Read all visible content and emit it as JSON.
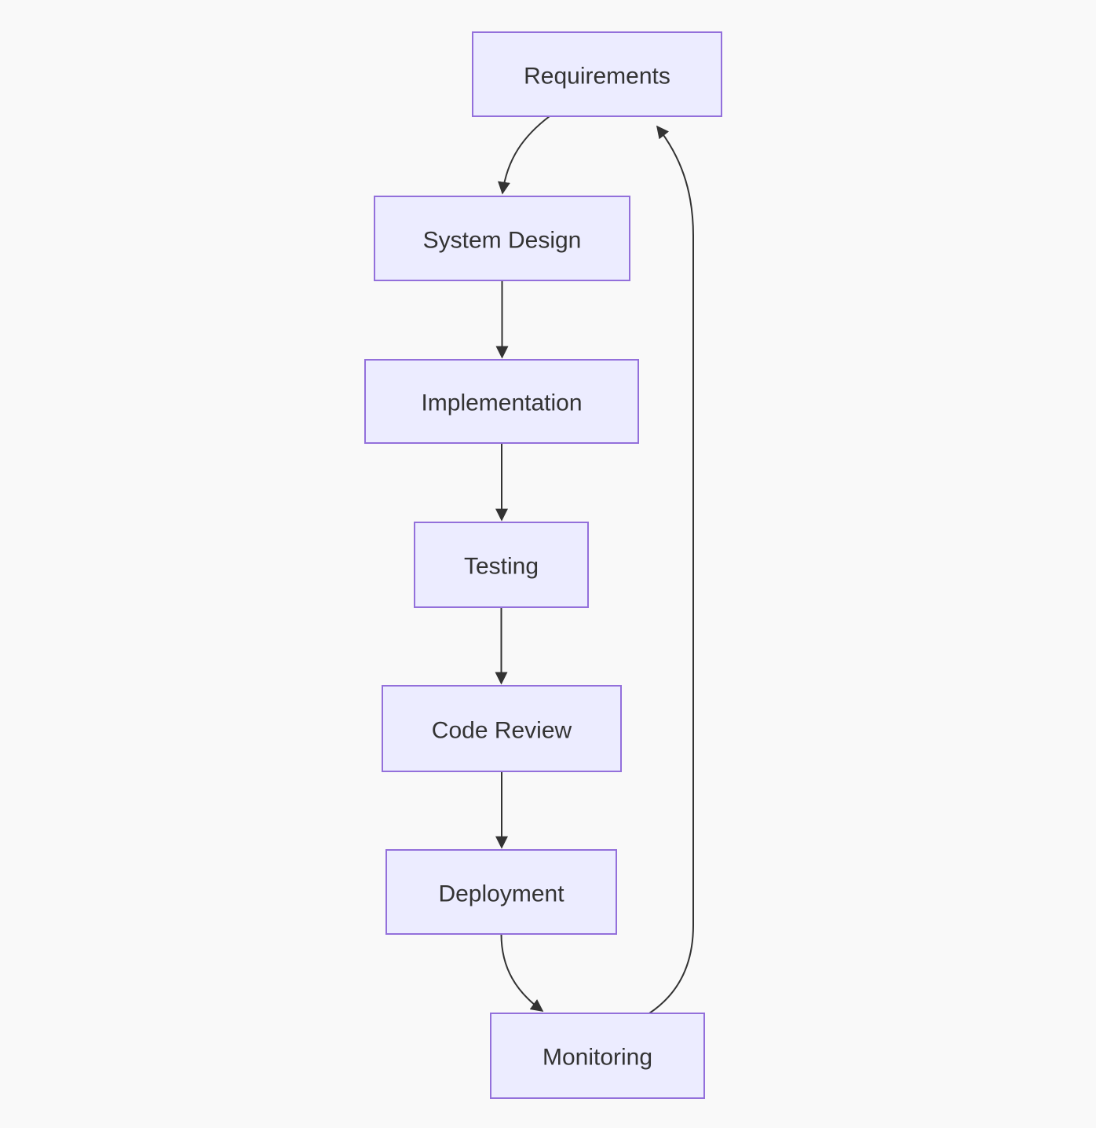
{
  "diagram": {
    "kind": "flowchart",
    "direction": "top-to-bottom",
    "nodes": [
      {
        "id": "requirements",
        "label": "Requirements"
      },
      {
        "id": "system-design",
        "label": "System Design"
      },
      {
        "id": "implementation",
        "label": "Implementation"
      },
      {
        "id": "testing",
        "label": "Testing"
      },
      {
        "id": "code-review",
        "label": "Code Review"
      },
      {
        "id": "deployment",
        "label": "Deployment"
      },
      {
        "id": "monitoring",
        "label": "Monitoring"
      }
    ],
    "edges": [
      {
        "from": "Requirements",
        "to": "System Design"
      },
      {
        "from": "System Design",
        "to": "Implementation"
      },
      {
        "from": "Implementation",
        "to": "Testing"
      },
      {
        "from": "Testing",
        "to": "Code Review"
      },
      {
        "from": "Code Review",
        "to": "Deployment"
      },
      {
        "from": "Deployment",
        "to": "Monitoring"
      },
      {
        "from": "Monitoring",
        "to": "Requirements"
      }
    ],
    "colors": {
      "background": "#f9f9f9",
      "node_fill": "#ECECFF",
      "node_border": "#9370DB",
      "edge": "#333333",
      "text": "#333333"
    }
  }
}
